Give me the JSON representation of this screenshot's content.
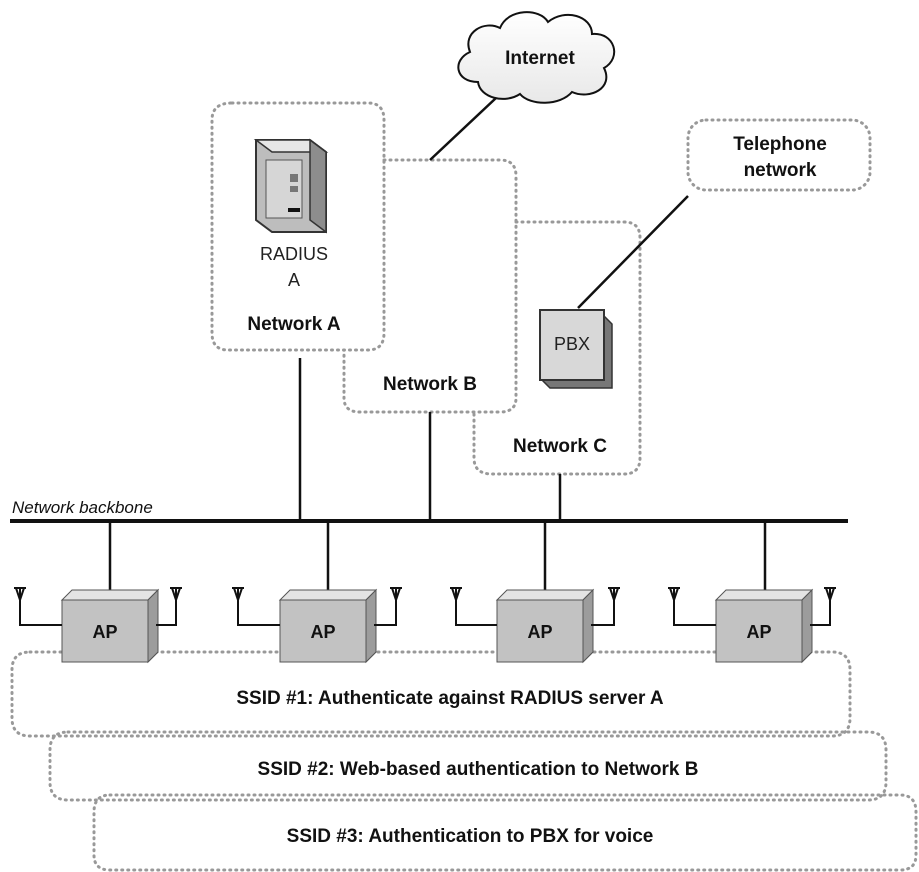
{
  "diagram": {
    "internet": "Internet",
    "telephone_network_line1": "Telephone",
    "telephone_network_line2": "network",
    "radius_line1": "RADIUS",
    "radius_line2": "A",
    "network_a": "Network A",
    "network_b": "Network B",
    "network_c": "Network C",
    "pbx": "PBX",
    "backbone": "Network backbone",
    "ap_label": "AP",
    "ssid1": "SSID #1:  Authenticate against RADIUS server A",
    "ssid2": "SSID #2:  Web-based authentication to Network B",
    "ssid3": "SSID #3:  Authentication to PBX for voice"
  }
}
